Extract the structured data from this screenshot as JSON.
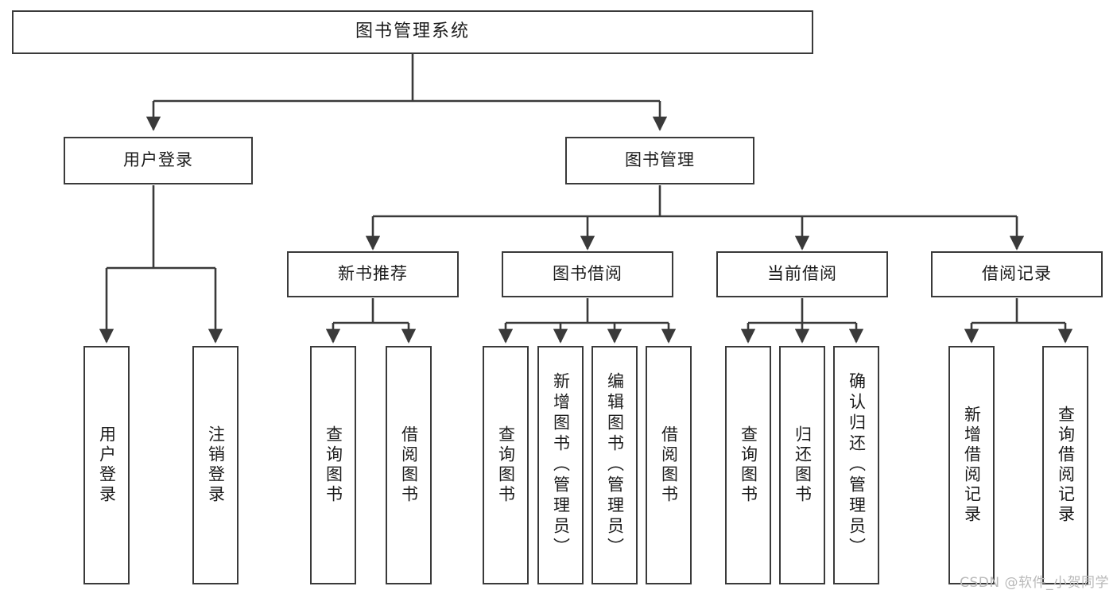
{
  "diagram": {
    "type": "tree",
    "title": "图书管理系统",
    "watermark": "CSDN @软件_小贺同学",
    "root": {
      "label": "图书管理系统"
    },
    "level2": [
      {
        "label": "用户登录"
      },
      {
        "label": "图书管理"
      }
    ],
    "level3": [
      {
        "label": "新书推荐"
      },
      {
        "label": "图书借阅"
      },
      {
        "label": "当前借阅"
      },
      {
        "label": "借阅记录"
      }
    ],
    "leaves": {
      "user_login": [
        {
          "label": "用户登录"
        },
        {
          "label": "注销登录"
        }
      ],
      "new_book": [
        {
          "label": "查询图书"
        },
        {
          "label": "借阅图书"
        }
      ],
      "book_borrow": [
        {
          "label": "查询图书"
        },
        {
          "label": "新增图书（管理员）"
        },
        {
          "label": "编辑图书（管理员）"
        },
        {
          "label": "借阅图书"
        }
      ],
      "current_borrow": [
        {
          "label": "查询图书"
        },
        {
          "label": "归还图书"
        },
        {
          "label": "确认归还（管理员）"
        }
      ],
      "borrow_record": [
        {
          "label": "新增借阅记录"
        },
        {
          "label": "查询借阅记录"
        }
      ]
    },
    "colors": {
      "stroke": "#3a3a3a",
      "fill": "#ffffff",
      "text": "#1c1c1c",
      "watermark": "#b9b9b9"
    }
  }
}
